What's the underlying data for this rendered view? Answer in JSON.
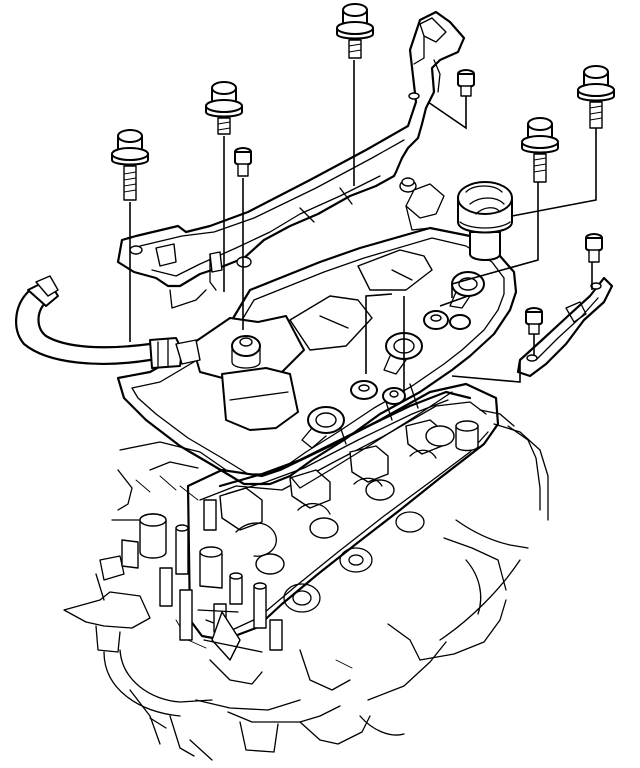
{
  "figure": {
    "labels": [],
    "colors": {
      "line": "#000000",
      "background": "#ffffff"
    },
    "parts": [
      "engine-block-background",
      "cylinder-head",
      "valve-cover-gasket",
      "valve-cover",
      "oil-filler-cap",
      "breather-hose",
      "ignition-coil-cover-bracket",
      "side-bracket",
      "bolts",
      "washer-nuts"
    ]
  }
}
